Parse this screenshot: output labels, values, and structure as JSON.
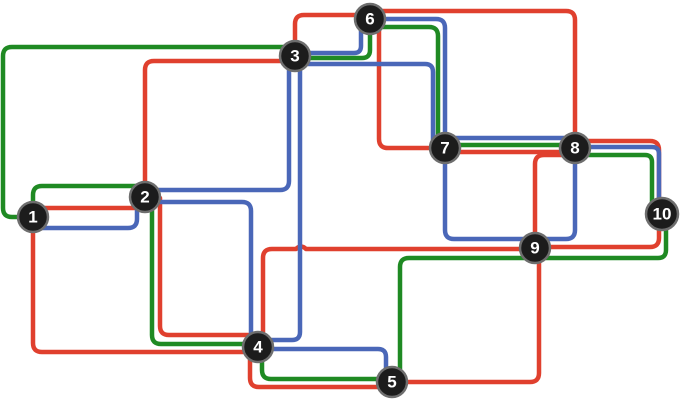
{
  "colors": {
    "red": "#e0402e",
    "green": "#1f8a23",
    "blue": "#4a67b8",
    "node_fill": "#1c1c1c"
  },
  "nodes": [
    {
      "id": "1",
      "label": "1"
    },
    {
      "id": "2",
      "label": "2"
    },
    {
      "id": "3",
      "label": "3"
    },
    {
      "id": "4",
      "label": "4"
    },
    {
      "id": "5",
      "label": "5"
    },
    {
      "id": "6",
      "label": "6"
    },
    {
      "id": "7",
      "label": "7"
    },
    {
      "id": "8",
      "label": "8"
    },
    {
      "id": "9",
      "label": "9"
    },
    {
      "id": "10",
      "label": "10"
    }
  ],
  "routes": [
    {
      "id": "red-1-2"
    },
    {
      "id": "red-1-4"
    },
    {
      "id": "red-2-3"
    },
    {
      "id": "red-2-4"
    },
    {
      "id": "red-3-6"
    },
    {
      "id": "red-6-8"
    },
    {
      "id": "red-6-7"
    },
    {
      "id": "red-7-8"
    },
    {
      "id": "red-8-9"
    },
    {
      "id": "red-8-10"
    },
    {
      "id": "red-4-9"
    },
    {
      "id": "red-4-5"
    },
    {
      "id": "red-9-5"
    },
    {
      "id": "green-1-3"
    },
    {
      "id": "green-1-2"
    },
    {
      "id": "green-2-4"
    },
    {
      "id": "green-3-6"
    },
    {
      "id": "green-6-7"
    },
    {
      "id": "green-7-8"
    },
    {
      "id": "green-8-10"
    },
    {
      "id": "green-10-5"
    },
    {
      "id": "green-4-5"
    },
    {
      "id": "blue-1-2"
    },
    {
      "id": "blue-2-3"
    },
    {
      "id": "blue-2-4"
    },
    {
      "id": "blue-3-4"
    },
    {
      "id": "blue-3-6"
    },
    {
      "id": "blue-3-7"
    },
    {
      "id": "blue-6-7"
    },
    {
      "id": "blue-7-8"
    },
    {
      "id": "blue-8-10"
    },
    {
      "id": "blue-7-9"
    },
    {
      "id": "blue-8-9"
    },
    {
      "id": "blue-4-5"
    }
  ]
}
